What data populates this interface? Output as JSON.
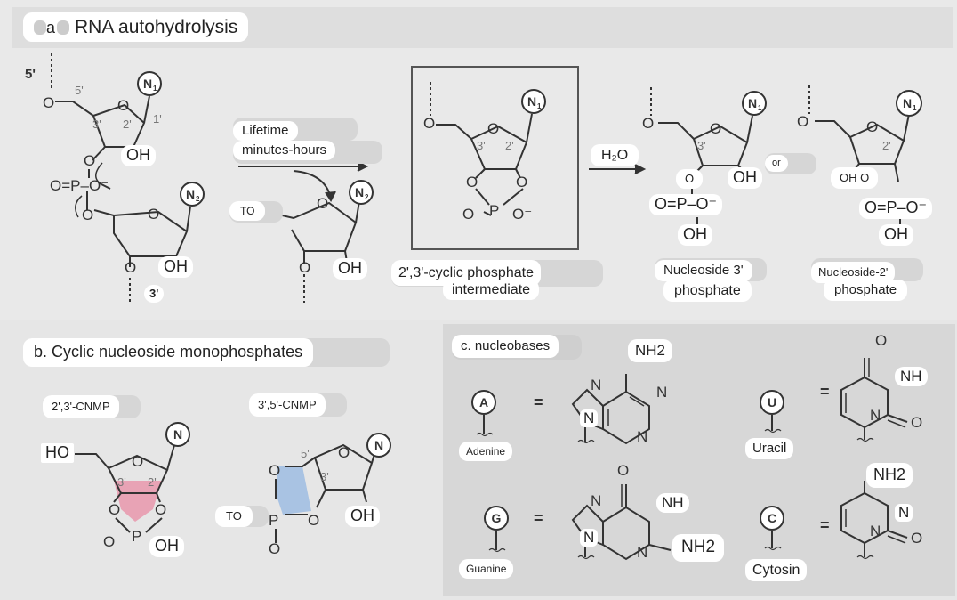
{
  "panel_a": {
    "title_letter": "a",
    "title": "RNA autohydrolysis",
    "lifetime_label": "Lifetime",
    "lifetime_value": "minutes-hours",
    "to_label": "TO",
    "water_label": "H₂O",
    "or_label": "or",
    "intermediate_label_1": "2',3'-cyclic phosphate",
    "intermediate_label_2": "intermediate",
    "product1_label_1": "Nucleoside 3'",
    "product1_label_2": "phosphate",
    "product2_label_1": "Nucleoside-2'",
    "product2_label_2": "phosphate",
    "five_prime": "5'",
    "three_prime": "3'",
    "pos_5": "5'",
    "pos_3": "3'",
    "pos_2": "2'",
    "pos_1": "1'",
    "n1": "N",
    "n1_sub": "1",
    "n2": "N",
    "n2_sub": "2",
    "oh": "OH",
    "o": "O",
    "o_minus": "O⁻",
    "p": "P",
    "p_equals": "O=P–O⁻",
    "oh_o": "OH O",
    "o_small": "O"
  },
  "panel_b": {
    "title": "b. Cyclic nucleoside monophosphates",
    "cnmp23_label": "2',3'-CNMP",
    "cnmp35_label": "3',5'-CNMP",
    "ho": "HO",
    "to": "TO",
    "oh": "OH",
    "n": "N",
    "pos_3": "3'",
    "pos_2": "2'",
    "pos_5": "5'",
    "o": "O",
    "p": "P"
  },
  "panel_c": {
    "title": "c. nucleobases",
    "a_letter": "A",
    "g_letter": "G",
    "u_letter": "U",
    "c_letter": "C",
    "adenine": "Adenine",
    "guanine": "Guanine",
    "uracil": "Uracil",
    "cytosin": "Cytosin",
    "equals": "=",
    "nh2": "NH2",
    "nh": "NH",
    "n": "N",
    "o": "O"
  },
  "colors": {
    "pink_ring": "#e8a3b5",
    "blue_ring": "#a9c3e3",
    "panel_c_bg": "#d7d7d7"
  }
}
